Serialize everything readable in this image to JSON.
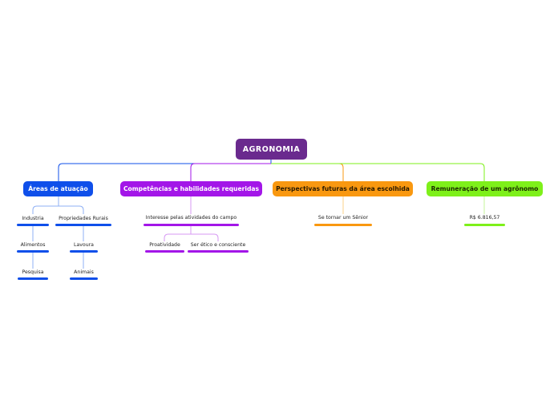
{
  "map": {
    "root": "AGRONOMIA",
    "branches": [
      {
        "title": "Áreas de atuação",
        "color": "#0f4fea",
        "children": [
          {
            "label": "Industria",
            "children": [
              {
                "label": "Alimentos",
                "children": [
                  {
                    "label": "Pesquisa"
                  }
                ]
              }
            ]
          },
          {
            "label": "Propriedades Rurais",
            "children": [
              {
                "label": "Lavoura",
                "children": [
                  {
                    "label": "Animais"
                  }
                ]
              }
            ]
          }
        ]
      },
      {
        "title": "Competências e habilidades requeridas",
        "color": "#a316e8",
        "children": [
          {
            "label": "Interesse pelas atividades do campo",
            "children": [
              {
                "label": "Proatividade"
              },
              {
                "label": "Ser ético e consciente"
              }
            ]
          }
        ]
      },
      {
        "title": "Perspectivas futuras da área escolhida",
        "color": "#f99810",
        "children": [
          {
            "label": "Se tornar um Sênior"
          }
        ]
      },
      {
        "title": "Remuneração de um agrônomo",
        "color": "#7ef01a",
        "children": [
          {
            "label": "R$ 6.816,57"
          }
        ]
      }
    ]
  }
}
